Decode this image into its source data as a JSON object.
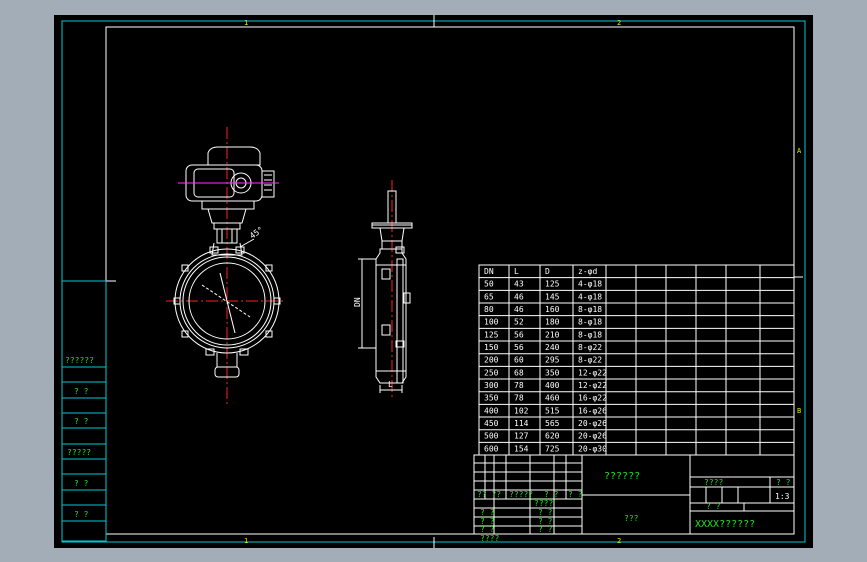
{
  "frame": {
    "top_zones": [
      "1",
      "2"
    ],
    "bottom_zones": [
      "1",
      "2"
    ],
    "right_zones": [
      "A",
      "B"
    ]
  },
  "left_panel": [
    "??????",
    "? ?",
    "? ?",
    "?????",
    "? ?",
    "? ?"
  ],
  "view_labels": {
    "dn": "DN",
    "l": "L",
    "angle": "45°"
  },
  "spec_table": {
    "headers": [
      "DN",
      "L",
      "D",
      "z-φd"
    ],
    "rows": [
      [
        "50",
        "43",
        "125",
        "4-φ18"
      ],
      [
        "65",
        "46",
        "145",
        "4-φ18"
      ],
      [
        "80",
        "46",
        "160",
        "8-φ18"
      ],
      [
        "100",
        "52",
        "180",
        "8-φ18"
      ],
      [
        "125",
        "56",
        "210",
        "8-φ18"
      ],
      [
        "150",
        "56",
        "240",
        "8-φ22"
      ],
      [
        "200",
        "60",
        "295",
        "8-φ22"
      ],
      [
        "250",
        "68",
        "350",
        "12-φ22"
      ],
      [
        "300",
        "78",
        "400",
        "12-φ22"
      ],
      [
        "350",
        "78",
        "460",
        "16-φ22"
      ],
      [
        "400",
        "102",
        "515",
        "16-φ26"
      ],
      [
        "450",
        "114",
        "565",
        "20-φ26"
      ],
      [
        "500",
        "127",
        "620",
        "20-φ26"
      ],
      [
        "600",
        "154",
        "725",
        "20-φ30"
      ]
    ]
  },
  "title_block": {
    "drawing_name": "??????",
    "material": "???",
    "company": "XXXX??????",
    "scale": "1:3",
    "stage_label": "????",
    "sheet_label": "? ?",
    "sheet_label2": "? ?",
    "rev_cells": [
      "?? ??",
      "?????",
      "? ?",
      "? ?"
    ],
    "sign_cells": [
      "? ?",
      "? ?",
      "? ?",
      "????"
    ],
    "date_cells": [
      "????",
      "? ?",
      "? ?",
      "? ?"
    ]
  },
  "colors": {
    "background": "#a3adb7",
    "canvas": "#000000",
    "frame": "#00c8d0",
    "text": "#1ee01e",
    "centerline": "#ff2020"
  }
}
